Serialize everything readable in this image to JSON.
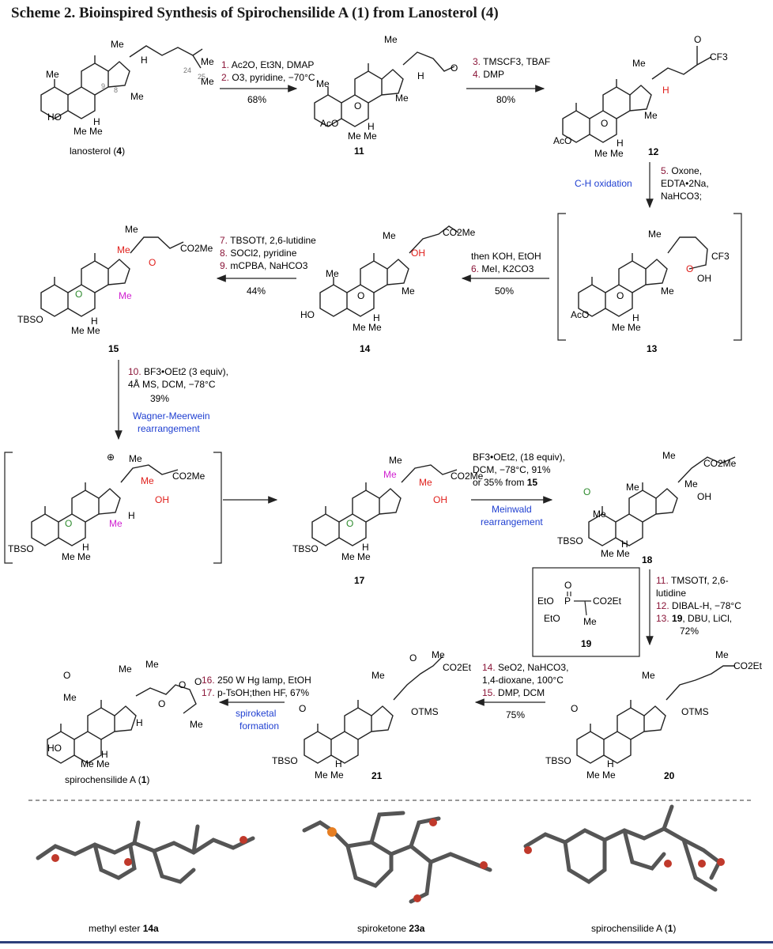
{
  "title": "Scheme 2. Bioinspired Synthesis of Spirochensilide A (1) from Lanosterol (4)",
  "compounds": {
    "c4": {
      "label": "lanosterol",
      "num": "4"
    },
    "c11": {
      "num": "11"
    },
    "c12": {
      "num": "12"
    },
    "c13": {
      "num": "13"
    },
    "c14": {
      "num": "14"
    },
    "c15": {
      "num": "15"
    },
    "c17": {
      "num": "17"
    },
    "c18": {
      "num": "18"
    },
    "c19": {
      "num": "19"
    },
    "c20": {
      "num": "20"
    },
    "c21": {
      "num": "21"
    },
    "c1": {
      "label": "spirochensilide A",
      "num": "1"
    }
  },
  "steps": {
    "a": {
      "s1": "1.",
      "t1": "Ac2O, Et3N, DMAP",
      "s2": "2.",
      "t2": "O3, pyridine, −70°C",
      "yield": "68%"
    },
    "b": {
      "s1": "3.",
      "t1": "TMSCF3, TBAF",
      "s2": "4.",
      "t2": "DMP",
      "yield": "80%"
    },
    "c": {
      "note": "C-H oxidation",
      "s1": "5.",
      "t1": "Oxone,",
      "t1b": "EDTA•2Na,",
      "t1c": "NaHCO3;"
    },
    "d": {
      "t0": "then KOH, EtOH",
      "s1": "6.",
      "t1": "MeI, K2CO3",
      "yield": "50%"
    },
    "e": {
      "s1": "7.",
      "t1": "TBSOTf, 2,6-lutidine",
      "s2": "8.",
      "t2": "SOCl2, pyridine",
      "s3": "9.",
      "t3": "mCPBA, NaHCO3",
      "yield": "44%"
    },
    "f": {
      "s1": "10.",
      "t1": "BF3•OEt2 (3 equiv),",
      "t1b": "4Å MS, DCM, −78°C",
      "yield": "39%",
      "note1": "Wagner-Meerwein",
      "note2": "rearrangement"
    },
    "g": {
      "t1": "BF3•OEt2, (18 equiv),",
      "t2": "DCM, −78°C, 91%",
      "t3": "or 35% from",
      "t3num": "15",
      "note1": "Meinwald",
      "note2": "rearrangement"
    },
    "h": {
      "s1": "11.",
      "t1": "TMSOTf, 2,6-",
      "t1b": "lutidine",
      "s2": "12.",
      "t2": "DIBAL-H, −78°C",
      "s3": "13.",
      "t3num": "19",
      "t3": ", DBU, LiCl,",
      "yield": "72%"
    },
    "i": {
      "s1": "14.",
      "t1": "SeO2, NaHCO3,",
      "t1b": "1,4-dioxane, 100°C",
      "s2": "15.",
      "t2": "DMP, DCM",
      "yield": "75%"
    },
    "j": {
      "s1": "16.",
      "t1": "250 W Hg lamp, EtOH",
      "s2": "17.",
      "t2": "p-TsOH;then HF, 67%",
      "note1": "spiroketal",
      "note2": "formation"
    }
  },
  "atoms": {
    "me": "Me",
    "h": "H",
    "ho": "HO",
    "aco": "AcO",
    "tbso": "TBSO",
    "o": "O",
    "oh": "OH",
    "cf3": "CF3",
    "co2me": "CO2Me",
    "co2et": "CO2Et",
    "otms": "OTMS",
    "eto": "EtO",
    "p": "P",
    "plus": "⊕"
  },
  "crystal": {
    "c14a": {
      "label": "methyl ester",
      "num": "14a"
    },
    "c23a": {
      "label": "spiroketone",
      "num": "23a"
    },
    "c1": {
      "label": "spirochensilide A",
      "num": "1"
    }
  },
  "colors": {
    "step_number": "#8a1538",
    "note": "#1f3fd1",
    "highlight_red": "#e0201c",
    "highlight_magenta": "#d020d0",
    "highlight_green": "#2e8b2e",
    "footer_rule": "#2d3f7a"
  }
}
